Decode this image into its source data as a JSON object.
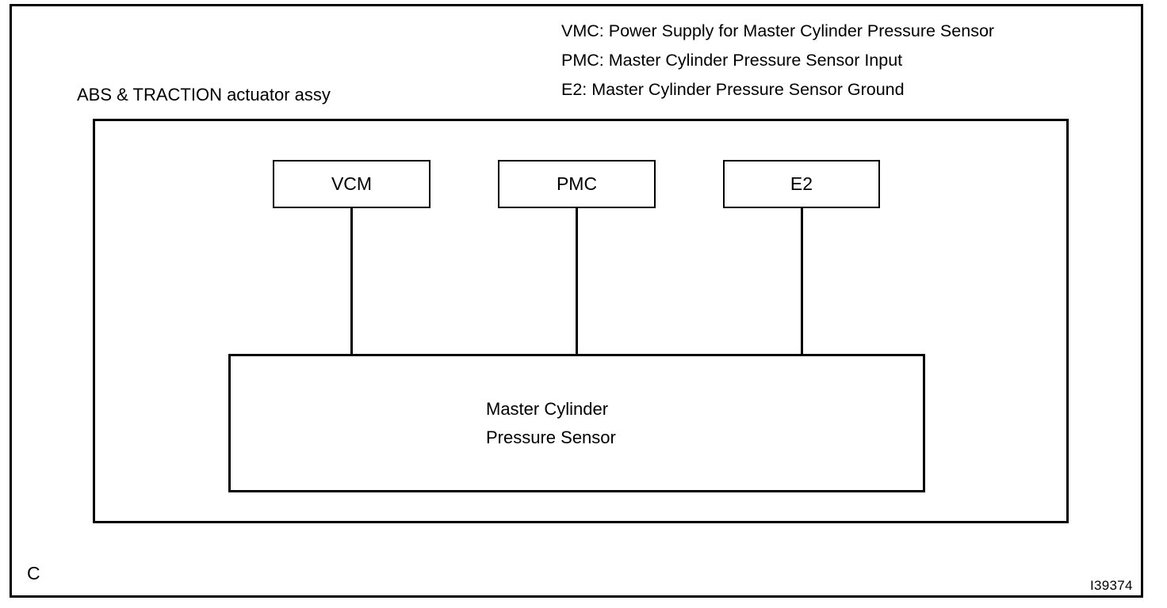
{
  "figure": {
    "id_label": "I39374",
    "corner_mark": "C"
  },
  "legend": {
    "lines": [
      "VMC: Power Supply for Master Cylinder Pressure Sensor",
      "PMC: Master Cylinder Pressure Sensor Input",
      "E2: Master Cylinder Pressure Sensor Ground"
    ]
  },
  "diagram": {
    "actuator_caption": "ABS & TRACTION actuator assy",
    "terminals": [
      {
        "label": "VCM"
      },
      {
        "label": "PMC"
      },
      {
        "label": "E2"
      }
    ],
    "sensor": {
      "line1": "Master Cylinder",
      "line2": "Pressure Sensor"
    }
  },
  "colors": {
    "ink": "#000000",
    "paper": "#ffffff"
  }
}
